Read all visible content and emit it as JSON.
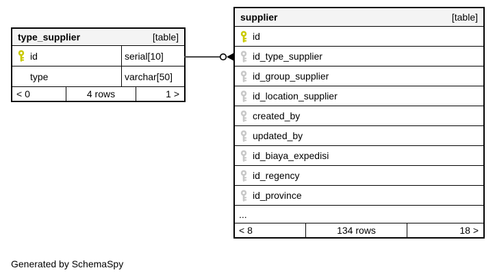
{
  "note": "Generated by SchemaSpy",
  "colors": {
    "pk_key": "#c9c900",
    "fk_key": "#c8c8c8",
    "header_bg": "#f4f4f4",
    "relation_line": "#444444",
    "border": "#000000"
  },
  "tables": {
    "type_supplier": {
      "title": "type_supplier",
      "tag": "[table]",
      "columns": [
        {
          "name": "id",
          "type": "serial[10]",
          "key": "primary"
        },
        {
          "name": "type",
          "type": "varchar[50]",
          "key": "none"
        }
      ],
      "paginator": {
        "prev": "< 0",
        "rows": "4 rows",
        "next": "1 >"
      }
    },
    "supplier": {
      "title": "supplier",
      "tag": "[table]",
      "columns": [
        {
          "name": "id",
          "key": "primary"
        },
        {
          "name": "id_type_supplier",
          "key": "foreign"
        },
        {
          "name": "id_group_supplier",
          "key": "foreign"
        },
        {
          "name": "id_location_supplier",
          "key": "foreign"
        },
        {
          "name": "created_by",
          "key": "foreign"
        },
        {
          "name": "updated_by",
          "key": "foreign"
        },
        {
          "name": "id_biaya_expedisi",
          "key": "foreign"
        },
        {
          "name": "id_regency",
          "key": "foreign"
        },
        {
          "name": "id_province",
          "key": "foreign"
        }
      ],
      "truncation_indicator": "...",
      "paginator": {
        "prev": "< 8",
        "rows": "134 rows",
        "next": "18 >"
      }
    }
  },
  "relationship": {
    "from": "type_supplier.id",
    "to": "supplier.id_type_supplier"
  }
}
